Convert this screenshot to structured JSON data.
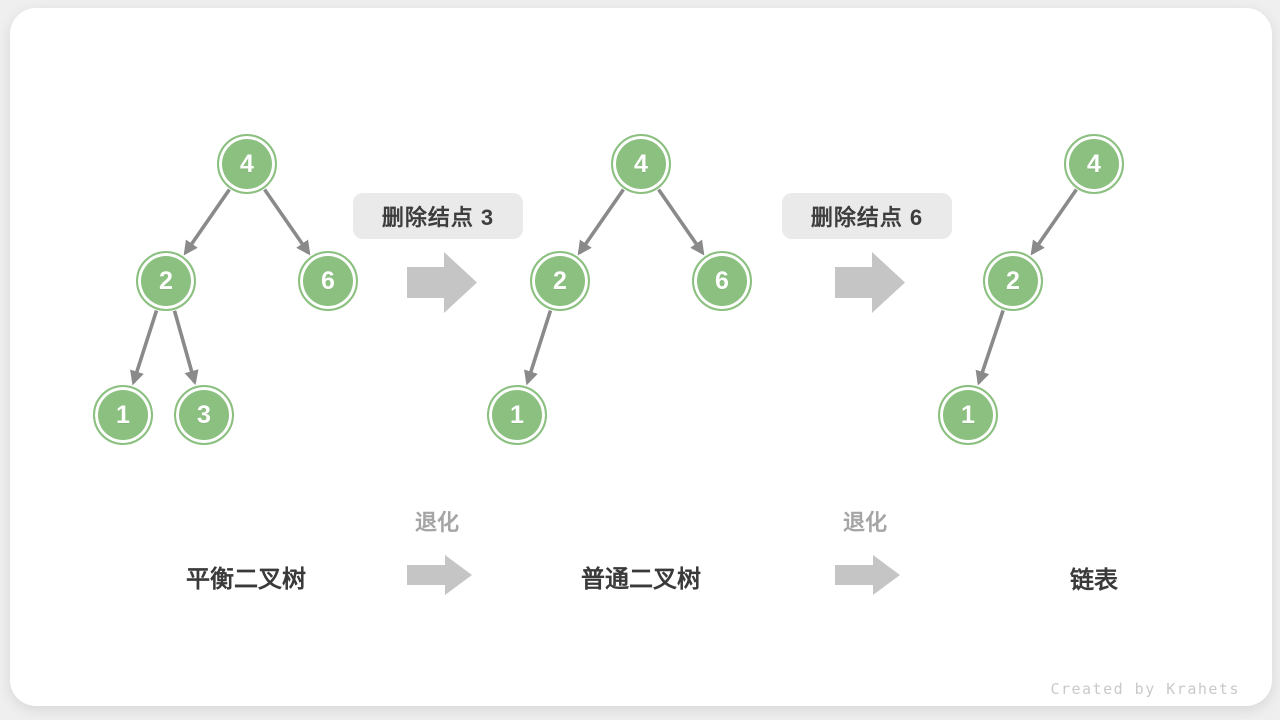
{
  "diagram": {
    "title_hint": "binary tree degradation by node deletion",
    "steps": [
      {
        "label": "删除结点 3"
      },
      {
        "label": "删除结点 6"
      }
    ],
    "degrade": [
      {
        "label": "退化"
      },
      {
        "label": "退化"
      }
    ],
    "trees": [
      {
        "name": "平衡二叉树",
        "nodes": [
          {
            "value": "4"
          },
          {
            "value": "2"
          },
          {
            "value": "6"
          },
          {
            "value": "1"
          },
          {
            "value": "3"
          }
        ],
        "edges": [
          {
            "from": "4",
            "to": "2"
          },
          {
            "from": "4",
            "to": "6"
          },
          {
            "from": "2",
            "to": "1"
          },
          {
            "from": "2",
            "to": "3"
          }
        ]
      },
      {
        "name": "普通二叉树",
        "nodes": [
          {
            "value": "4"
          },
          {
            "value": "2"
          },
          {
            "value": "6"
          },
          {
            "value": "1"
          }
        ],
        "edges": [
          {
            "from": "4",
            "to": "2"
          },
          {
            "from": "4",
            "to": "6"
          },
          {
            "from": "2",
            "to": "1"
          }
        ]
      },
      {
        "name": "链表",
        "nodes": [
          {
            "value": "4"
          },
          {
            "value": "2"
          },
          {
            "value": "1"
          }
        ],
        "edges": [
          {
            "from": "4",
            "to": "2"
          },
          {
            "from": "2",
            "to": "1"
          }
        ]
      }
    ],
    "watermark": "Created by Krahets"
  },
  "colors": {
    "node_green": "#8bc080",
    "edge_gray": "#8a8a8a",
    "fat_arrow_gray": "#c5c5c5",
    "badge_bg": "#eaeaea",
    "badge_text": "#3d3d3d",
    "degrade_text": "#a5a5a5",
    "card_bg": "#ffffff",
    "page_bg": "#efefef",
    "watermark_text": "#c9c9c9"
  }
}
